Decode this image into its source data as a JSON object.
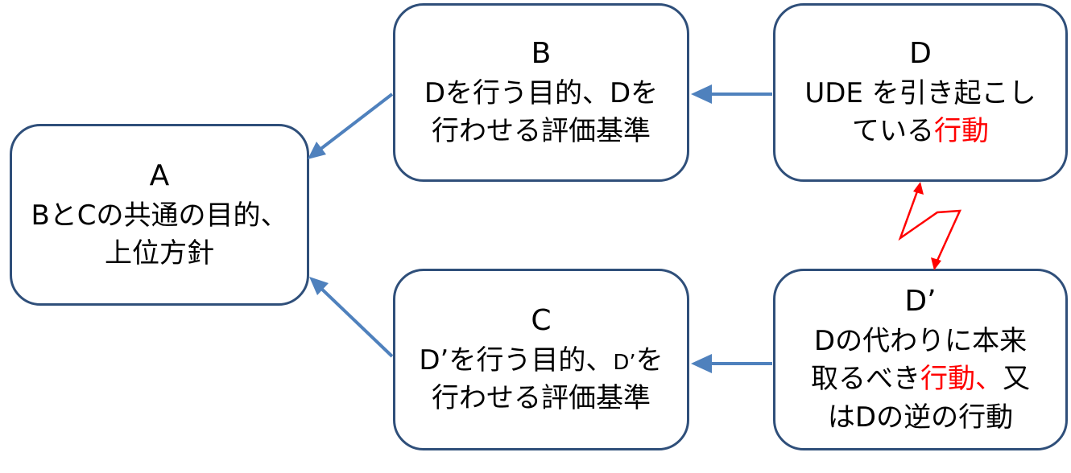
{
  "nodes": {
    "a": {
      "title": "A",
      "line1": "BとCの共通の目的、",
      "line2": "上位方針"
    },
    "b": {
      "title": "B",
      "line1": "Dを行う目的、Dを",
      "line2": "行わせる評価基準"
    },
    "c": {
      "title": "C",
      "line1_a": "D’を行う目的、",
      "line1_b": "D’",
      "line1_c": "を",
      "line2": "行わせる評価基準"
    },
    "d": {
      "title": "D",
      "line1": "UDE を引き起こし",
      "line2_a": "ている",
      "line2_b": "行動"
    },
    "dprime": {
      "title": "D’",
      "line1": "Dの代わりに本来",
      "line2_a": "取るべき",
      "line2_b": "行動、",
      "line2_c": "又",
      "line3": "はDの逆の行動"
    }
  },
  "colors": {
    "border": "#2f4f7a",
    "arrow": "#4f81bd",
    "conflict": "#ff0000",
    "emphasis": "#ff0000"
  },
  "edges": [
    {
      "from": "B",
      "to": "A"
    },
    {
      "from": "C",
      "to": "A"
    },
    {
      "from": "D",
      "to": "B"
    },
    {
      "from": "D’",
      "to": "C"
    },
    {
      "from": "D",
      "to": "D’",
      "type": "conflict"
    }
  ]
}
